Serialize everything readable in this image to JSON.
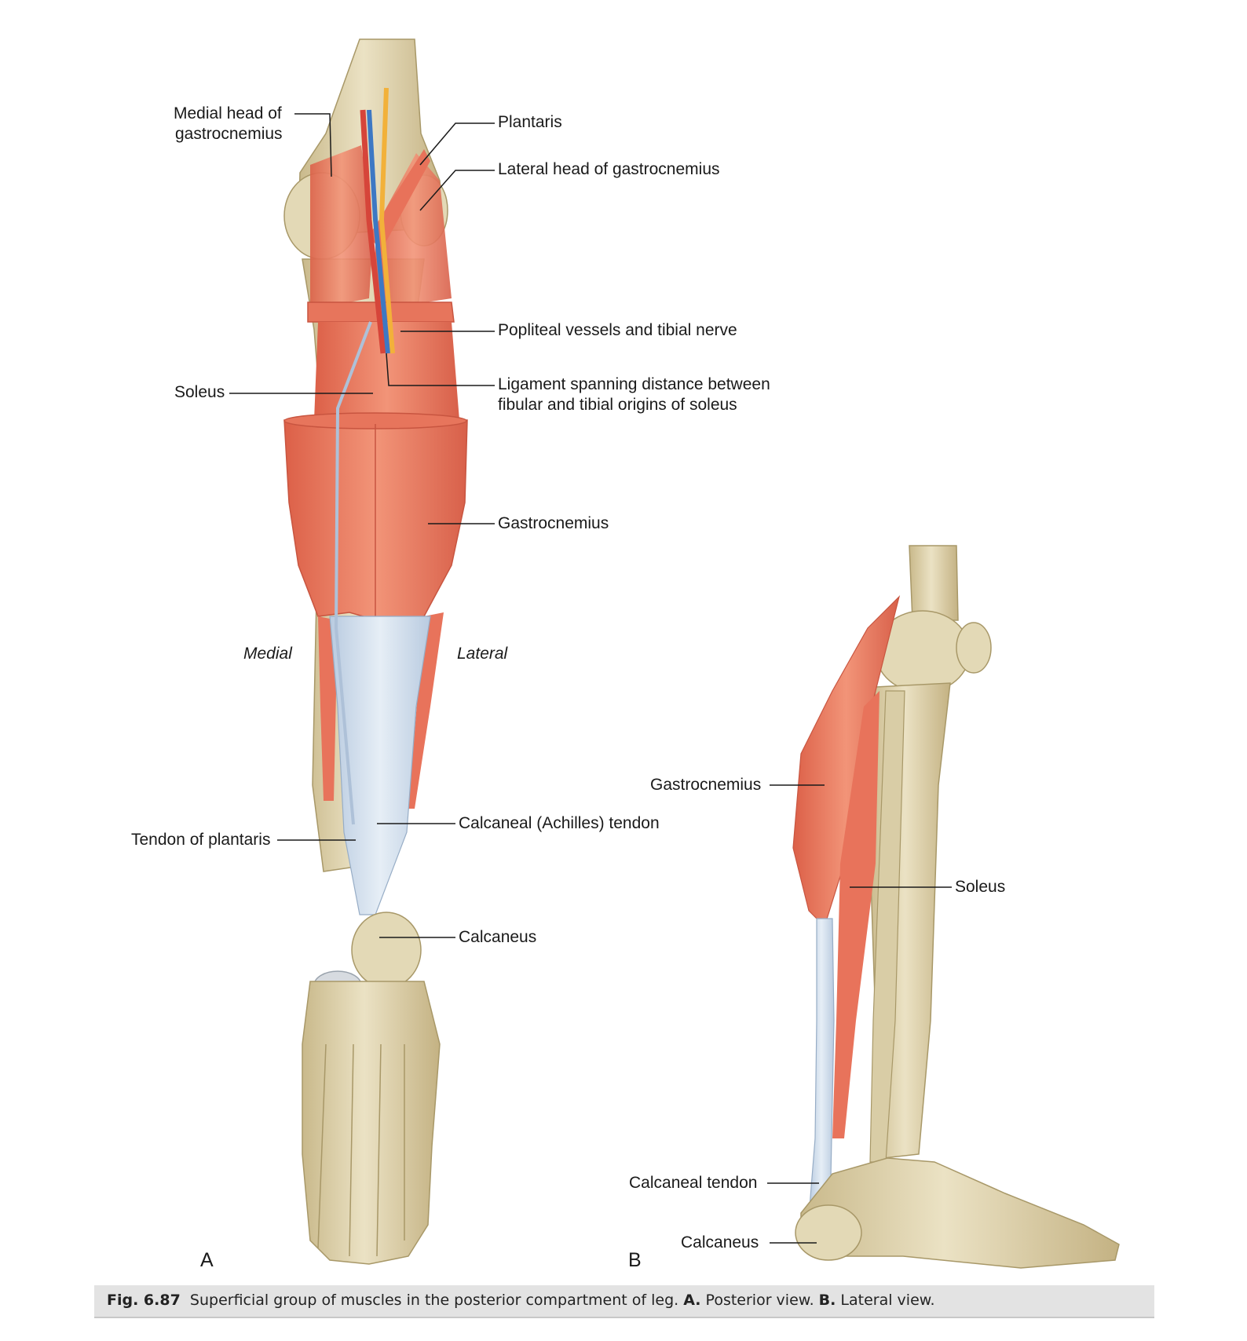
{
  "panel_a": {
    "letter": "A",
    "labels": {
      "medial_head_1": "Medial head of",
      "medial_head_2": "gastrocnemius",
      "plantaris": "Plantaris",
      "lateral_head": "Lateral head of gastrocnemius",
      "popliteal": "Popliteal vessels and tibial nerve",
      "ligament_1": "Ligament spanning distance between",
      "ligament_2": "fibular and tibial origins of soleus",
      "soleus": "Soleus",
      "gastrocnemius": "Gastrocnemius",
      "medial": "Medial",
      "lateral": "Lateral",
      "calcaneal_tendon": "Calcaneal (Achilles) tendon",
      "tendon_plantaris": "Tendon of plantaris",
      "calcaneus": "Calcaneus"
    }
  },
  "panel_b": {
    "letter": "B",
    "labels": {
      "gastrocnemius": "Gastrocnemius",
      "soleus": "Soleus",
      "calcaneal_tendon": "Calcaneal tendon",
      "calcaneus": "Calcaneus"
    }
  },
  "caption": {
    "fig": "Fig. 6.87",
    "text": "Superficial group of muscles in the posterior compartment of leg.",
    "a_mark": "A.",
    "a_text": "Posterior view.",
    "b_mark": "B.",
    "b_text": "Lateral view."
  },
  "colors": {
    "bone": "#e6dcbc",
    "bone_shade": "#c8b88a",
    "muscle": "#ec8068",
    "muscle_dark": "#d65a45",
    "tendon": "#d4e1ee",
    "artery": "#d6453a",
    "vein": "#3d78c4",
    "nerve": "#f2b13a",
    "caption_bg": "#e3e3e3"
  }
}
